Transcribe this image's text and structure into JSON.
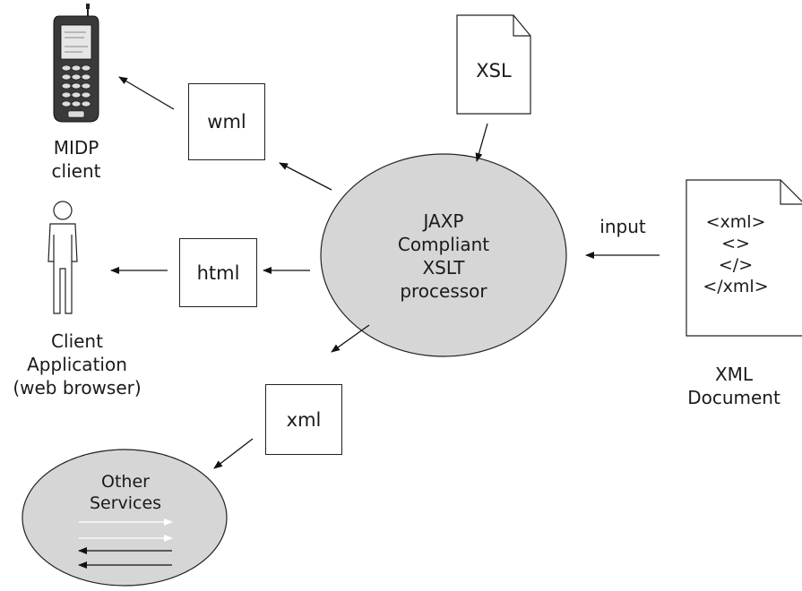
{
  "processor": {
    "lines": [
      "JAXP",
      "Compliant",
      "XSLT",
      "processor"
    ]
  },
  "xsl_doc": {
    "label": "XSL"
  },
  "xml_doc": {
    "lines": [
      "<xml>",
      "<>",
      "</>",
      "</xml>"
    ],
    "caption": [
      "XML",
      "Document"
    ],
    "arrow_label": "input"
  },
  "outputs": {
    "wml": "wml",
    "html": "html",
    "xml": "xml"
  },
  "midp_client": {
    "caption": [
      "MIDP",
      "client"
    ]
  },
  "client_app": {
    "caption": [
      "Client",
      "Application",
      "(web browser)"
    ]
  },
  "other_services": {
    "lines": [
      "Other",
      "Services"
    ]
  }
}
